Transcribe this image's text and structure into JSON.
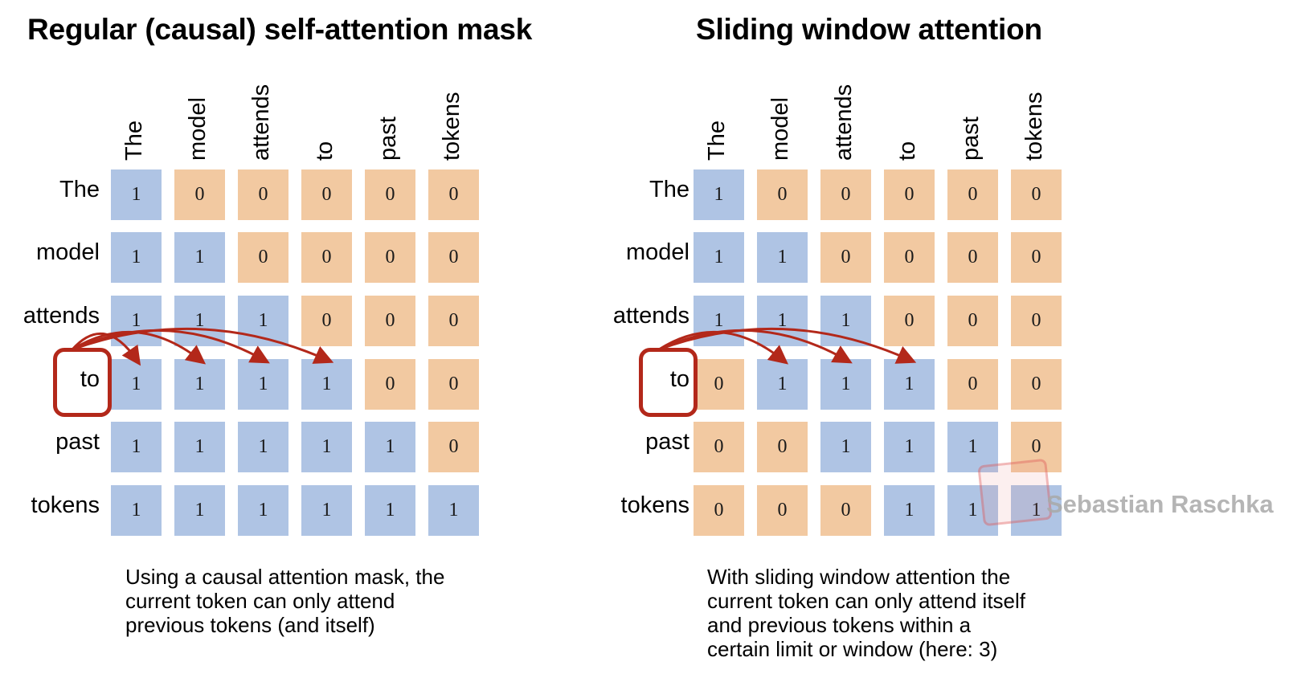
{
  "left": {
    "title": "Regular (causal) self-attention mask",
    "tokens": [
      "The",
      "model",
      "attends",
      "to",
      "past",
      "tokens"
    ],
    "matrix": [
      [
        1,
        0,
        0,
        0,
        0,
        0
      ],
      [
        1,
        1,
        0,
        0,
        0,
        0
      ],
      [
        1,
        1,
        1,
        0,
        0,
        0
      ],
      [
        1,
        1,
        1,
        1,
        0,
        0
      ],
      [
        1,
        1,
        1,
        1,
        1,
        0
      ],
      [
        1,
        1,
        1,
        1,
        1,
        1
      ]
    ],
    "highlighted_token": "to",
    "caption": [
      "Using a causal attention mask, the",
      "current token can only attend",
      "previous tokens (and itself)"
    ]
  },
  "right": {
    "title": "Sliding window attention",
    "tokens": [
      "The",
      "model",
      "attends",
      "to",
      "past",
      "tokens"
    ],
    "matrix": [
      [
        1,
        0,
        0,
        0,
        0,
        0
      ],
      [
        1,
        1,
        0,
        0,
        0,
        0
      ],
      [
        1,
        1,
        1,
        0,
        0,
        0
      ],
      [
        0,
        1,
        1,
        1,
        0,
        0
      ],
      [
        0,
        0,
        1,
        1,
        1,
        0
      ],
      [
        0,
        0,
        0,
        1,
        1,
        1
      ]
    ],
    "highlighted_token": "to",
    "window_size": 3,
    "caption": [
      "With sliding window attention the",
      "current token can only attend itself",
      "and previous tokens within a",
      "certain limit or window (here: 3)"
    ]
  },
  "colors": {
    "attend_cell": "#afc4e4",
    "masked_cell": "#f2c9a1",
    "arrow": "#b3281a"
  },
  "watermark": "Sebastian Raschka"
}
